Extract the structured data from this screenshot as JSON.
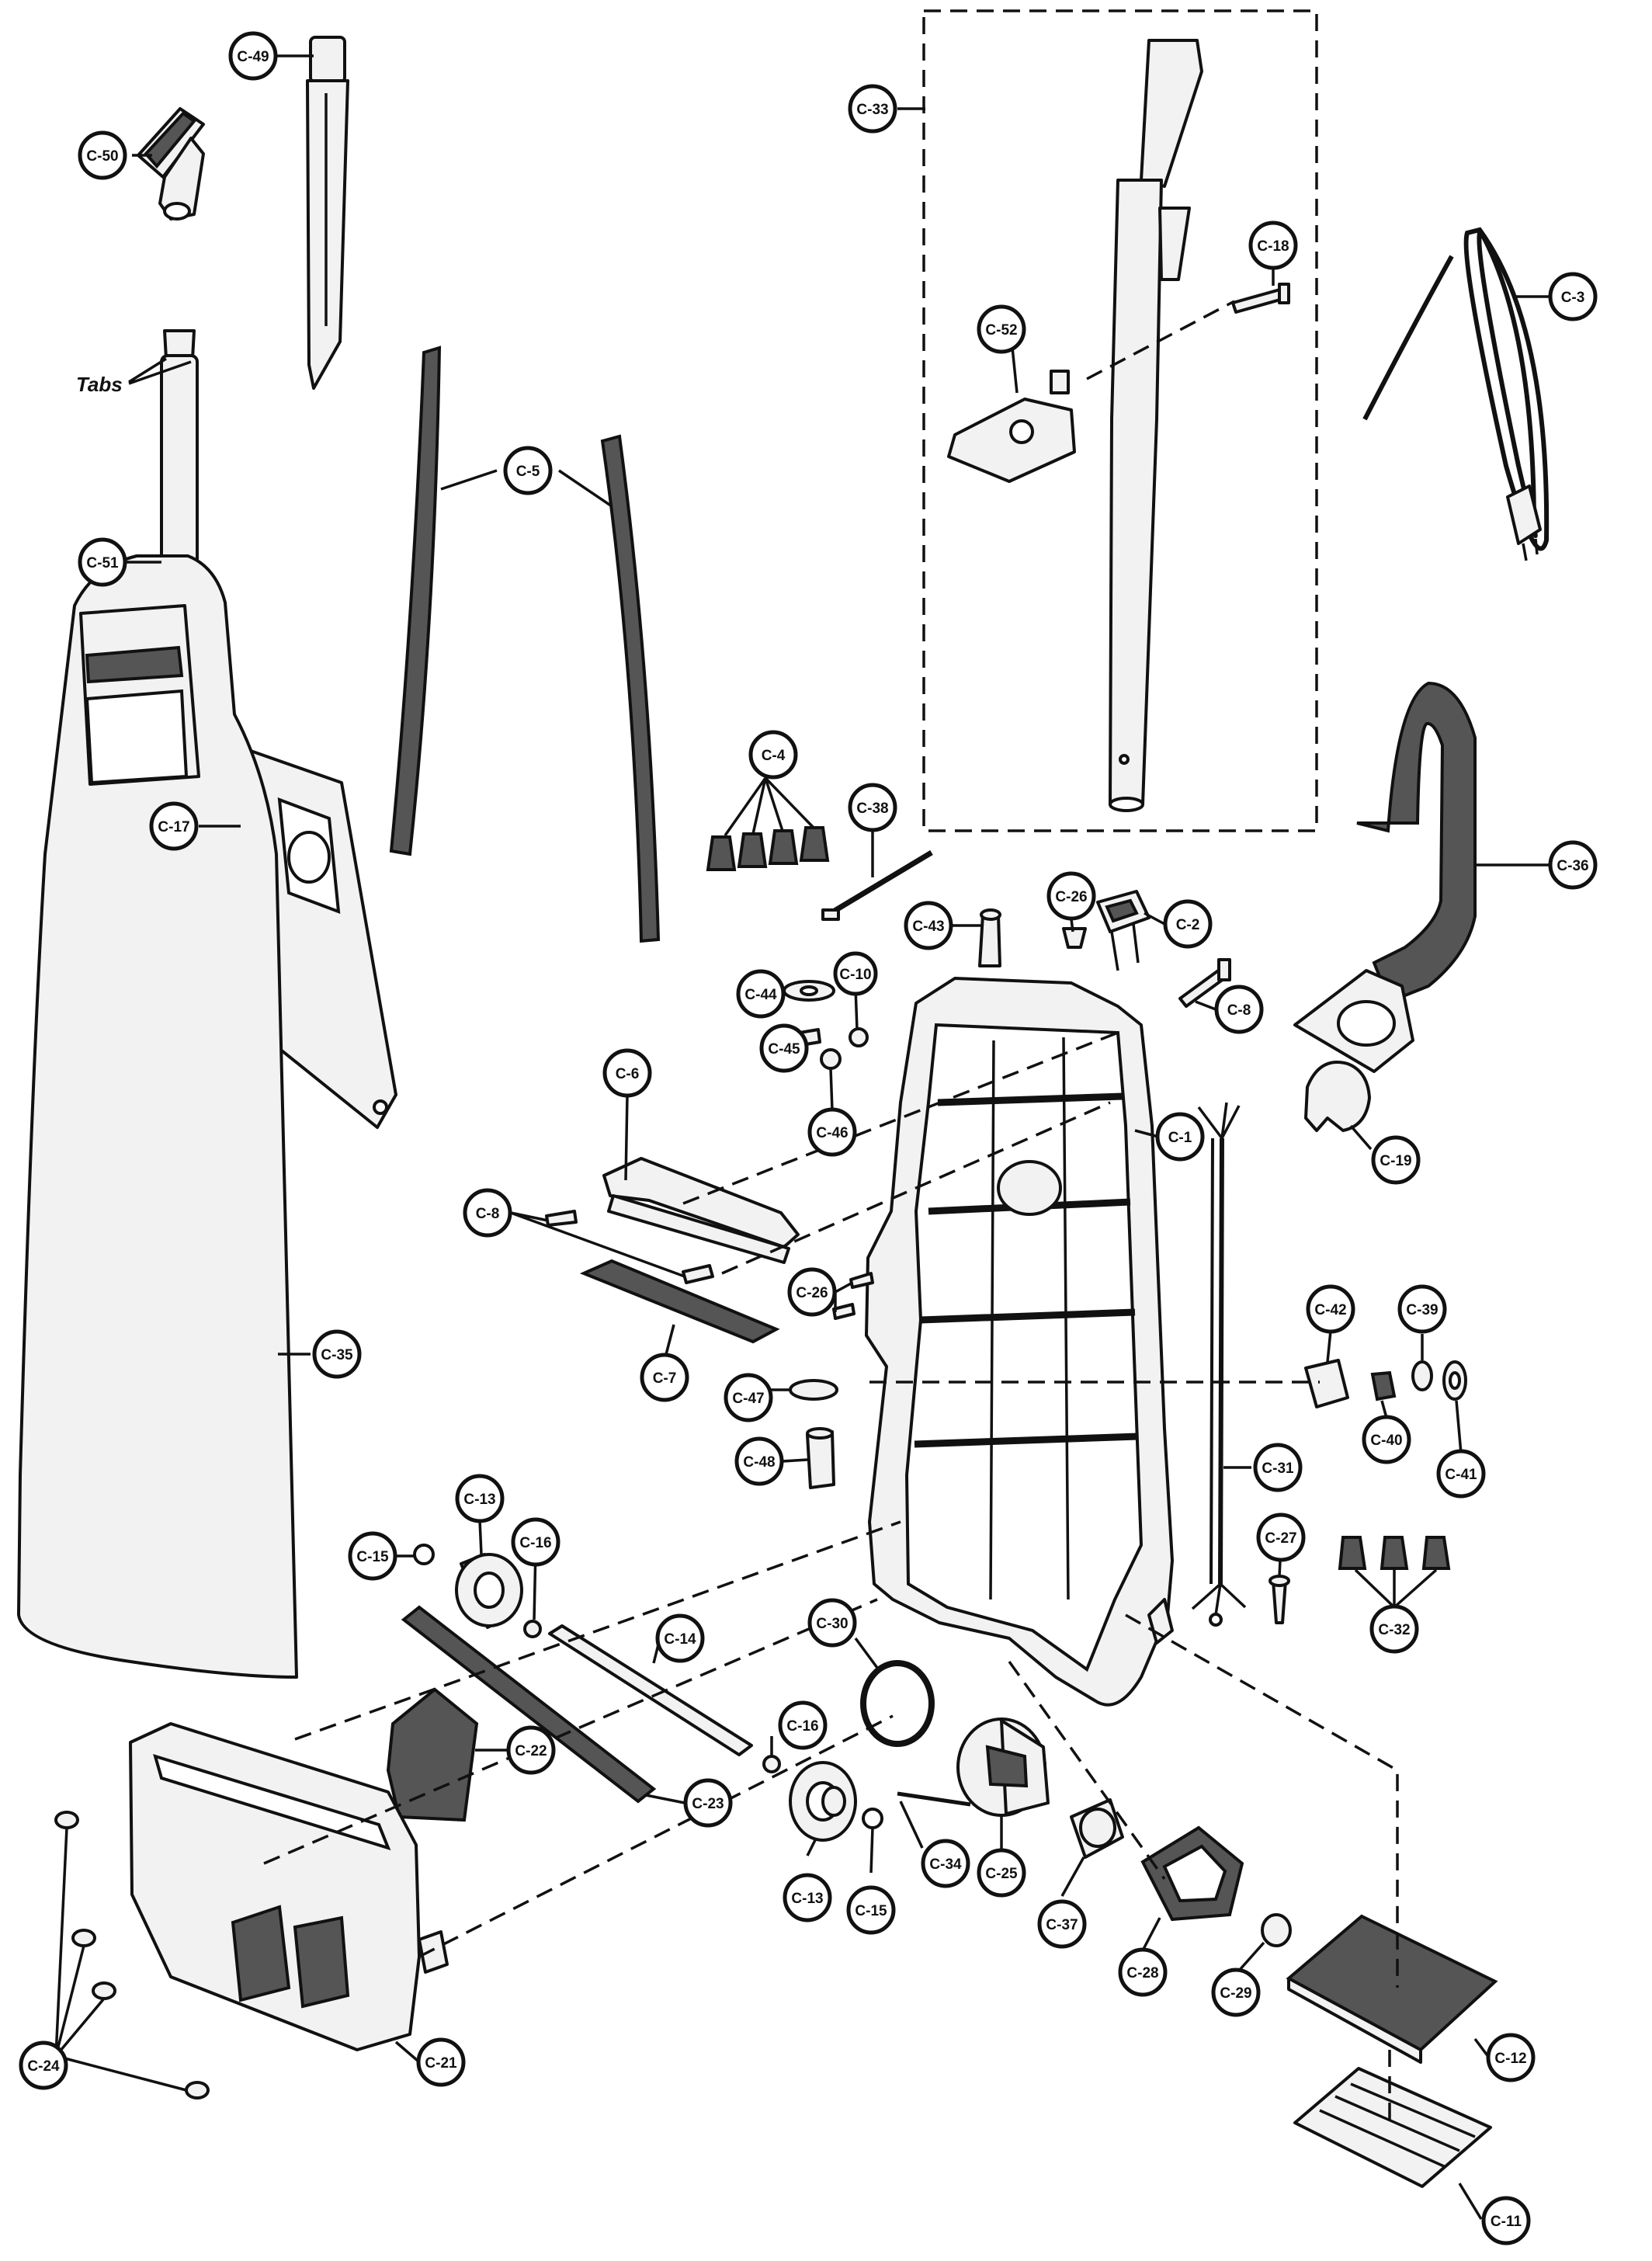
{
  "tabs_label": "Tabs",
  "callouts": {
    "c50": "C-50",
    "c49": "C-49",
    "c51": "C-51",
    "c5": "C-5",
    "c17": "C-17",
    "c33": "C-33",
    "c52": "C-52",
    "c18": "C-18",
    "c3": "C-3",
    "c36": "C-36",
    "c4": "C-4",
    "c38": "C-38",
    "c43": "C-43",
    "c26a": "C-26",
    "c2": "C-2",
    "c8a": "C-8",
    "c44": "C-44",
    "c10": "C-10",
    "c45": "C-45",
    "c46": "C-46",
    "c1": "C-1",
    "c19": "C-19",
    "c6": "C-6",
    "c8b": "C-8",
    "c35": "C-35",
    "c7": "C-7",
    "c26b": "C-26",
    "c42": "C-42",
    "c39": "C-39",
    "c47": "C-47",
    "c40": "C-40",
    "c41": "C-41",
    "c48": "C-48",
    "c31": "C-31",
    "c13a": "C-13",
    "c15a": "C-15",
    "c16a": "C-16",
    "c27": "C-27",
    "c32": "C-32",
    "c14": "C-14",
    "c30": "C-30",
    "c22": "C-22",
    "c16b": "C-16",
    "c23": "C-23",
    "c13b": "C-13",
    "c15b": "C-15",
    "c34": "C-34",
    "c25": "C-25",
    "c37": "C-37",
    "c28": "C-28",
    "c29": "C-29",
    "c12": "C-12",
    "c24": "C-24",
    "c21": "C-21",
    "c11": "C-11"
  }
}
